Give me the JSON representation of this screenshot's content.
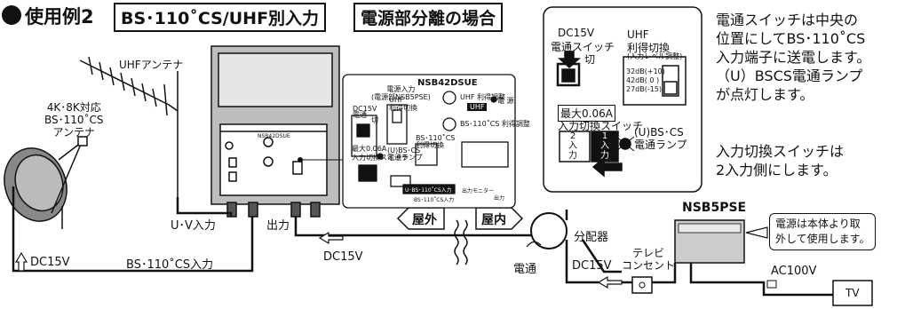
{
  "header": {
    "title": "使用例2",
    "tag1": "BS･110˚CS/UHF別入力",
    "tag2": "電源部分離の場合"
  },
  "notes": {
    "line1": "電通スイッチは中央の",
    "line2": "位置にしてBS･110˚CS",
    "line3": "入力端子に送電します。",
    "line4": "（U）BSCS電通ランプ",
    "line5": "が点灯します。",
    "line6": "入力切換スイッチは",
    "line7": "2入力側にします。"
  },
  "antennas": {
    "uhf": "UHFアンテナ",
    "bs_1": "4K･8K対応",
    "bs_2": "BS･110˚CS",
    "bs_3": "アンテナ"
  },
  "cables": {
    "uv_input": "U･V入力",
    "output": "出力",
    "bs_input": "BS･110˚CS入力",
    "dc_left": "DC15V",
    "dc_mid": "DC15V",
    "dc_right": "DC15V",
    "power_pass": "電通"
  },
  "zones": {
    "outdoor": "屋外",
    "indoor": "屋内"
  },
  "splitter": "分配器",
  "outlet": {
    "line1": "テレビ",
    "line2": "コンセント"
  },
  "power_unit": {
    "model": "NSB5PSE",
    "callout_1": "電源は本体より取",
    "callout_2": "外して使用します。",
    "ac": "AC100V",
    "tv": "TV"
  },
  "booster_label": "NSB42DSUE",
  "panel": {
    "model": "NSB42DSUE",
    "power_input_1": "電源入力",
    "power_input_2": "(電源部NSB5PSE)",
    "dc": "DC15V",
    "dc_switch": "電通",
    "dc_off": "切",
    "uhf_gain": "UHF",
    "uhf_gain_2": "利得切換",
    "max_current": "最大0.06A",
    "input_switch": "入力切換スイッチ",
    "bs_lamp": "(U)BS･CS",
    "bs_lamp_2": "電通ランプ",
    "uhf_adjust": "UHF 利得調整",
    "uhf_tag": "UHF",
    "power_lamp": "電 源",
    "bs_adjust": "BS･110˚CS 利得調整",
    "bs_gain": "BS･110˚CS",
    "bs_gain_2": "利得切換",
    "bs_in": "U･BS･110˚CS入力",
    "bs_in_2": "BS･110˚CS入力",
    "out_monitor": "出力モニター",
    "out_label": "出力"
  },
  "zoom": {
    "dc": "DC15V",
    "dc_switch": "電通スイッチ",
    "dc_off": "切",
    "uhf_1": "UHF",
    "uhf_2": "利得切換",
    "uhf_3": "(入力レベル調整)",
    "uhf_32": "32dB(+10)",
    "uhf_42": "42dB( 0 )",
    "uhf_27": "27dB(-15)",
    "max_current": "最大0.06A",
    "input_switch": "入力切換スイッチ",
    "in2_a": "2",
    "in2_b": "入",
    "in2_c": "力",
    "in1_a": "1",
    "in1_b": "入",
    "in1_c": "力",
    "lamp_1": "(U)BS･CS",
    "lamp_2": "電通ランプ"
  }
}
